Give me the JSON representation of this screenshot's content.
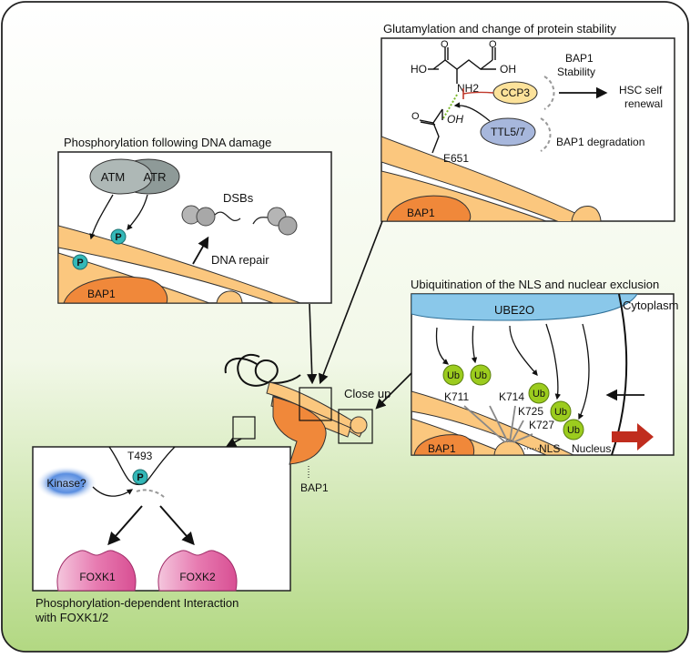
{
  "panels": {
    "glutamylation": {
      "title": "Glutamylation and change of protein stability",
      "ho_left": "HO",
      "oh_right": "OH",
      "oh_bottom": "OH",
      "nh2": "NH2",
      "residue": "E651",
      "ccp3": "CCP3",
      "ttl": "TTL5/7",
      "stability_line1": "BAP1",
      "stability_line2": "Stability",
      "hsc_line1": "HSC self",
      "hsc_line2": "renewal",
      "degradation": "BAP1 degradation",
      "bap1": "BAP1"
    },
    "dna_damage": {
      "title": "Phosphorylation following DNA damage",
      "atm": "ATM",
      "atr": "ATR",
      "dsbs": "DSBs",
      "repair": "DNA repair",
      "p": "P",
      "bap1": "BAP1"
    },
    "ubiquitination": {
      "title": "Ubiquitination of the NLS and nuclear exclusion",
      "ube2o": "UBE2O",
      "cytoplasm": "Cytoplasm",
      "nucleus": "Nucleus",
      "ub": "Ub",
      "k711": "K711",
      "k714": "K714",
      "k725": "K725",
      "k727": "K727",
      "nls": "NLS",
      "bap1": "BAP1"
    },
    "foxk": {
      "t493": "T493",
      "kinase": "Kinase?",
      "p": "P",
      "foxk1": "FOXK1",
      "foxk2": "FOXK2",
      "caption_line1": "Phosphorylation-dependent Interaction",
      "caption_line2": "with FOXK1/2"
    },
    "center": {
      "close_up": "Close up",
      "bap1": "BAP1"
    }
  },
  "colors": {
    "bap1_dark": "#f0883a",
    "bap1_light": "#fbc77e",
    "phospho": "#33b8b8",
    "ub": "#9ccc1e",
    "ube2o": "#8ac8ea",
    "ccp3": "#fce29a",
    "ttl": "#a7b7dc",
    "foxk": "#e85aa0",
    "red_arrow": "#c02d1e",
    "kinase": "#4a7fd4"
  }
}
